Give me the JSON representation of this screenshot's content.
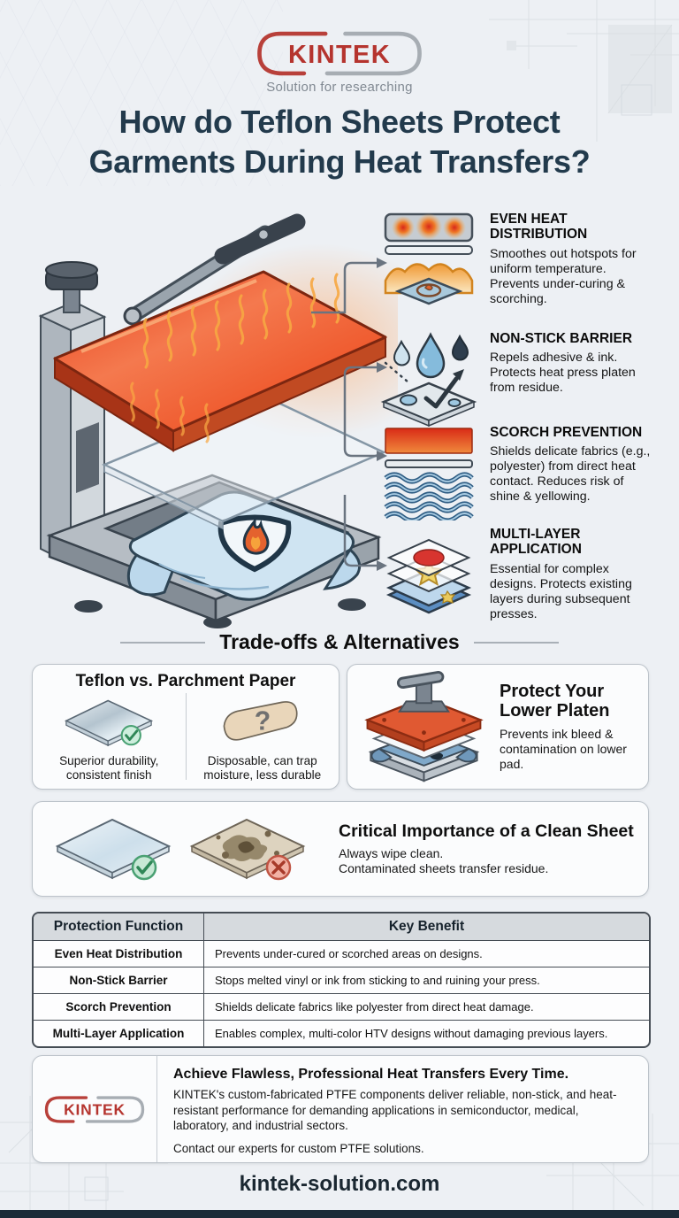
{
  "brand": {
    "name": "KINTEK",
    "tagline": "Solution for researching"
  },
  "colors": {
    "accent_red": "#b5342e",
    "logo_gray": "#a7adb3",
    "title_navy": "#223a4c",
    "table_header_bg": "#d6dade",
    "bottom_bar": "#1b2a37",
    "background": "#edf0f4"
  },
  "title": {
    "line1": "How do Teflon Sheets Protect",
    "line2": "Garments During Heat Transfers?"
  },
  "benefits": [
    {
      "icon": "even-heat-icon",
      "title": "EVEN HEAT DISTRIBUTION",
      "desc": "Smoothes out hotspots for uniform temperature. Prevents under-curing & scorching."
    },
    {
      "icon": "non-stick-icon",
      "title": "NON-STICK BARRIER",
      "desc": "Repels adhesive & ink. Protects heat press platen from residue."
    },
    {
      "icon": "scorch-prevention-icon",
      "title": "SCORCH PREVENTION",
      "desc": "Shields delicate fabrics (e.g., polyester) from direct heat contact. Reduces risk of shine & yellowing."
    },
    {
      "icon": "multi-layer-icon",
      "title": "MULTI-LAYER APPLICATION",
      "desc": "Essential for complex designs. Protects existing layers during subsequent presses."
    }
  ],
  "tradeoffs": {
    "heading": "Trade-offs & Alternatives"
  },
  "cards": {
    "versus": {
      "title": "Teflon vs. Parchment Paper",
      "teflon_icon": "teflon-sheet-icon",
      "check_icon": "check-icon",
      "teflon_caption": "Superior durability, consistent finish",
      "parchment_icon": "parchment-icon",
      "parchment_symbol": "?",
      "parchment_caption": "Disposable, can trap moisture, less durable"
    },
    "platen": {
      "icon": "lower-platen-icon",
      "title": "Protect Your Lower Platen",
      "desc": "Prevents ink bleed & contamination on lower pad."
    },
    "clean": {
      "clean_icon": "clean-sheet-icon",
      "dirty_icon": "dirty-sheet-icon",
      "title": "Critical Importance of a Clean Sheet",
      "line1": "Always wipe clean.",
      "line2": "Contaminated sheets transfer residue."
    }
  },
  "table": {
    "headers": [
      "Protection Function",
      "Key Benefit"
    ],
    "rows": [
      [
        "Even Heat Distribution",
        "Prevents under-cured or scorched areas on designs."
      ],
      [
        "Non-Stick Barrier",
        "Stops melted vinyl or ink from sticking to and ruining your press."
      ],
      [
        "Scorch Prevention",
        "Shields delicate fabrics like polyester from direct heat damage."
      ],
      [
        "Multi-Layer Application",
        "Enables complex, multi-color HTV designs without damaging previous layers."
      ]
    ]
  },
  "cta": {
    "title": "Achieve Flawless, Professional Heat Transfers Every Time.",
    "body": "KINTEK's custom-fabricated PTFE components deliver reliable, non-stick, and heat-resistant performance for demanding applications in semiconductor, medical, laboratory, and industrial sectors.",
    "contact": "Contact our experts for custom PTFE solutions."
  },
  "footer": {
    "url": "kintek-solution.com"
  }
}
